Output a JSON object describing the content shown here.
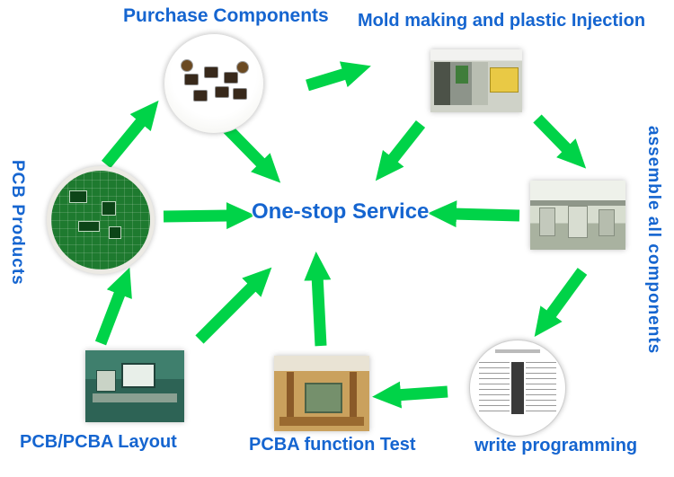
{
  "center": {
    "label": "One-stop Service"
  },
  "nodes": [
    {
      "id": "purchase",
      "label": "Purchase Components"
    },
    {
      "id": "mold",
      "label": "Mold making and plastic Injection"
    },
    {
      "id": "pcb",
      "label": "PCB Products"
    },
    {
      "id": "assemble",
      "label": "assemble all components"
    },
    {
      "id": "layout",
      "label": "PCB/PCBA Layout"
    },
    {
      "id": "test",
      "label": "PCBA function Test"
    },
    {
      "id": "program",
      "label": "write programming"
    }
  ],
  "colors": {
    "arrow": "#00d348",
    "label": "#1565d0",
    "background": "#ffffff"
  }
}
